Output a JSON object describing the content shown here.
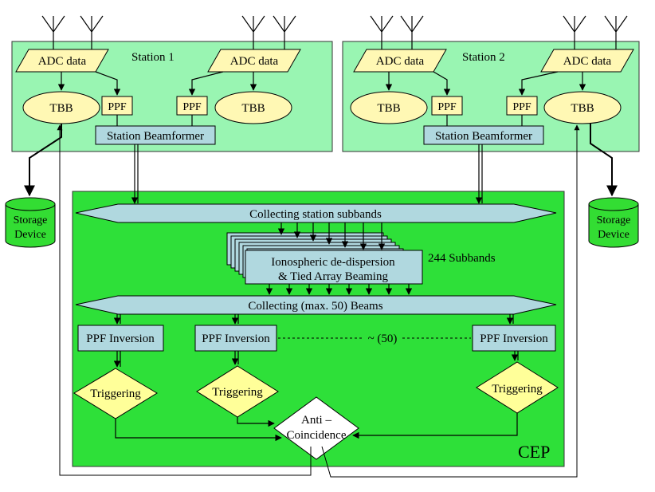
{
  "station1": {
    "title": "Station 1"
  },
  "station2": {
    "title": "Station 2"
  },
  "adc_label": "ADC data",
  "tbb_label": "TBB",
  "ppf_label": "PPF",
  "beamformer_label": "Station Beamformer",
  "storage_label_line1": "Storage",
  "storage_label_line2": "Device",
  "cep": {
    "label": "CEP",
    "collecting_subbands": "Collecting station subbands",
    "dedispersion_line1": "Ionospheric de-dispersion",
    "dedispersion_line2": "&  Tied Array Beaming",
    "subband_count": "244 Subbands",
    "collecting_beams": "Collecting (max. 50) Beams",
    "ppf_inversion": "PPF Inversion",
    "beam_count": "~ (50)",
    "triggering": "Triggering",
    "anti_line1": "Anti –",
    "anti_line2": "Coincidence"
  },
  "colors": {
    "station_fill": "#99f5b2",
    "cep_fill": "#2ee039",
    "adc_fill": "#fff8b4",
    "process_fill": "#b0d8df",
    "diamond_fill": "#ffff99",
    "storage_fill": "#33dd33",
    "line": "#000000"
  }
}
